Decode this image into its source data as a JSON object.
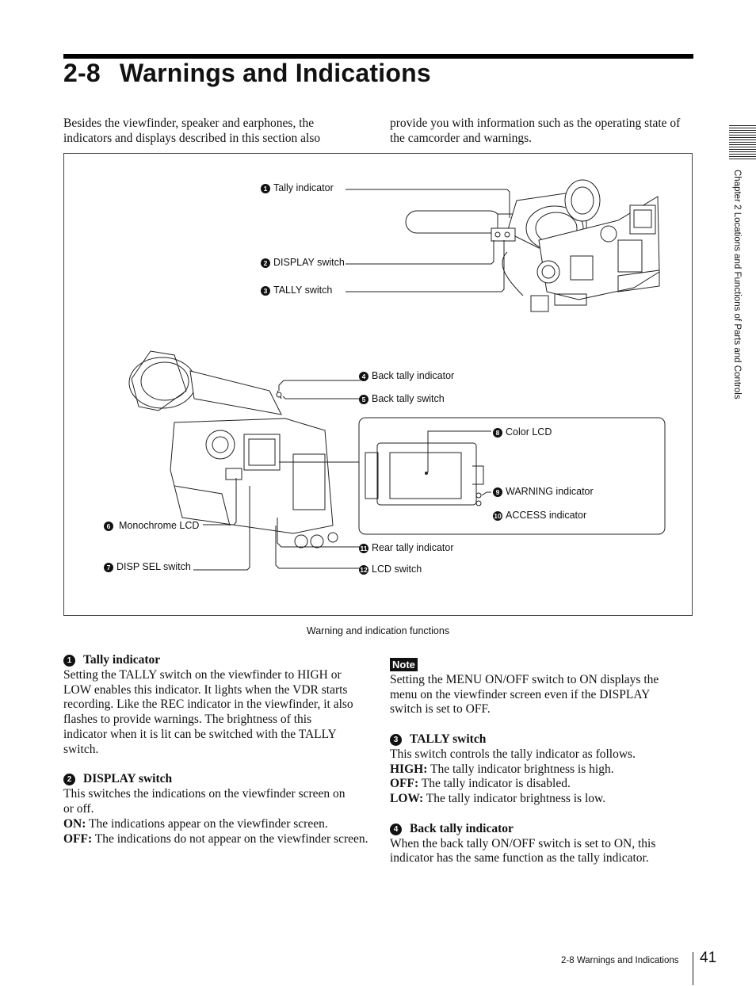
{
  "header": {
    "section_number": "2-8",
    "section_title": "Warnings and Indications"
  },
  "intro": {
    "left_line1": "Besides the viewfinder, speaker and earphones, the",
    "left_line2": "indicators and displays described in this section also",
    "right_line1": "provide you with information such as the operating state of",
    "right_line2": "the camcorder and warnings."
  },
  "figure": {
    "caption": "Warning and indication functions",
    "callouts": [
      {
        "num": "1",
        "label": "Tally indicator"
      },
      {
        "num": "2",
        "label": "DISPLAY switch"
      },
      {
        "num": "3",
        "label": "TALLY switch"
      },
      {
        "num": "4",
        "label": "Back tally indicator"
      },
      {
        "num": "5",
        "label": "Back tally switch"
      },
      {
        "num": "6",
        "label": "Monochrome LCD"
      },
      {
        "num": "7",
        "label": "DISP SEL switch"
      },
      {
        "num": "8",
        "label": "Color LCD"
      },
      {
        "num": "9",
        "label": "WARNING indicator"
      },
      {
        "num": "10",
        "label": "ACCESS indicator"
      },
      {
        "num": "11",
        "label": "Rear tally indicator"
      },
      {
        "num": "12",
        "label": "LCD switch"
      }
    ]
  },
  "left_column": {
    "item1": {
      "num": "1",
      "title": "Tally indicator",
      "lines": [
        "Setting the TALLY switch on the viewfinder to HIGH or",
        "LOW enables this indicator. It lights when the VDR starts",
        "recording. Like the REC indicator in the viewfinder, it also",
        "flashes to provide warnings. The brightness of this",
        "indicator when it is lit can be switched with the TALLY",
        "switch."
      ]
    },
    "item2": {
      "num": "2",
      "title": "DISPLAY switch",
      "lines": [
        "This switches the indications on the viewfinder screen on",
        "or off."
      ],
      "on_term": "ON:",
      "on_text": " The indications appear on the viewfinder screen.",
      "off_term": "OFF:",
      "off_text": " The indications do not appear on the viewfinder screen."
    }
  },
  "right_column": {
    "note_label": "Note",
    "note_lines": [
      "Setting the MENU ON/OFF switch to ON displays the",
      "menu on the viewfinder screen even if the DISPLAY",
      "switch is set to OFF."
    ],
    "item3": {
      "num": "3",
      "title": "TALLY switch",
      "intro": "This switch controls the tally indicator as follows.",
      "high_term": "HIGH:",
      "high_text": " The tally indicator brightness is high.",
      "off_term": "OFF:",
      "off_text": " The tally indicator is disabled.",
      "low_term": "LOW:",
      "low_text": " The tally indicator brightness is low."
    },
    "item4": {
      "num": "4",
      "title": "Back tally indicator",
      "lines": [
        "When the back tally ON/OFF switch is set to ON, this",
        "indicator has the same function as the tally indicator."
      ]
    }
  },
  "sidebar": {
    "text": "Chapter 2   Locations and Functions of Parts and Controls"
  },
  "footer": {
    "running_title": "2-8 Warnings and Indications",
    "page_number": "41"
  }
}
